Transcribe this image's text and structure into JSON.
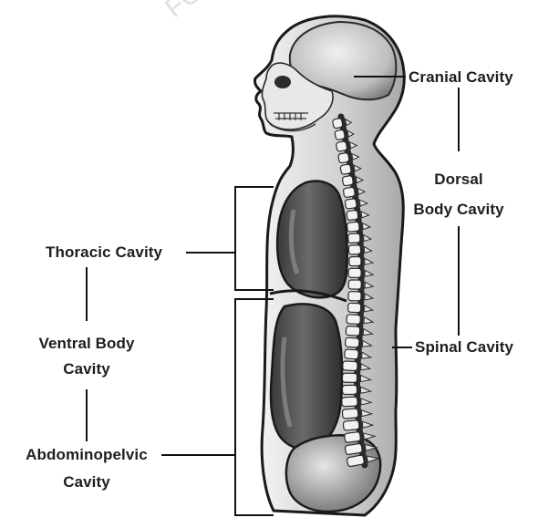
{
  "watermark": "FOR A",
  "labels": {
    "cranial": "Cranial Cavity",
    "dorsal_line1": "Dorsal",
    "dorsal_line2": "Body Cavity",
    "spinal": "Spinal Cavity",
    "thoracic": "Thoracic Cavity",
    "ventral_line1": "Ventral Body",
    "ventral_line2": "Cavity",
    "abdominopelvic_line1": "Abdominopelvic",
    "abdominopelvic_line2": "Cavity"
  },
  "colors": {
    "label_text": "#1e1e1e",
    "lines": "#111111",
    "body_outline": "#1a1a1a",
    "cavity_fill": "#5c5c5c",
    "bone": "#f2f2f2"
  }
}
